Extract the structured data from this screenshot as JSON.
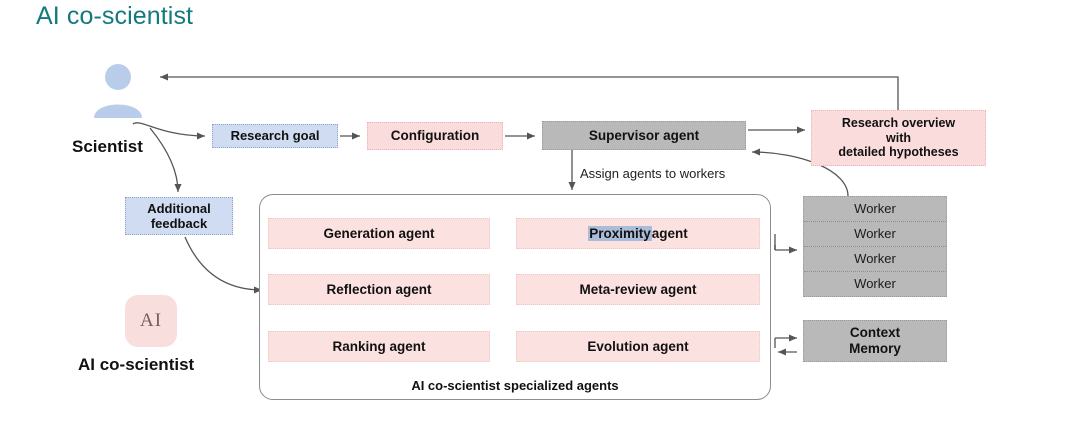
{
  "page": {
    "title": "AI co-scientist",
    "title_color": "#127a7e",
    "background": "#ffffff"
  },
  "actors": {
    "scientist": {
      "label": "Scientist",
      "icon": "person-avatar-icon",
      "avatar_color": "#b9cdea"
    },
    "ai_co_scientist": {
      "label": "AI co-scientist",
      "logo_text": "AI",
      "logo_bg": "#f9dede",
      "logo_text_color": "#7d5b5b"
    }
  },
  "nodes": {
    "research_goal": {
      "label": "Research goal",
      "fill": "#cfdcf1",
      "kind": "blue"
    },
    "additional_feedback": {
      "line1": "Additional",
      "line2": "feedback",
      "fill": "#cfdcf1",
      "kind": "blue"
    },
    "configuration": {
      "label": "Configuration",
      "fill": "#fbdcdc",
      "kind": "pink"
    },
    "supervisor_agent": {
      "label": "Supervisor agent",
      "fill": "#b9b9b9",
      "kind": "gray"
    },
    "research_overview": {
      "line1": "Research overview",
      "line2": "with",
      "line3": "detailed hypotheses",
      "fill": "#fbdcdc",
      "kind": "pink"
    },
    "workers": {
      "rows": [
        "Worker",
        "Worker",
        "Worker",
        "Worker"
      ],
      "fill": "#b9b9b9",
      "kind": "gray"
    },
    "context_memory": {
      "line1": "Context",
      "line2": "Memory",
      "fill": "#b9b9b9",
      "kind": "gray"
    }
  },
  "agents_panel": {
    "caption": "AI co-scientist specialized agents",
    "agents": [
      {
        "label": "Generation agent",
        "highlight": ""
      },
      {
        "label_highlight": "Proximity",
        "label_rest": " agent",
        "highlight_color": "#a9bdd8"
      },
      {
        "label": "Reflection agent"
      },
      {
        "label": "Meta-review agent"
      },
      {
        "label": "Ranking agent"
      },
      {
        "label": "Evolution agent"
      }
    ],
    "agent_fill": "#fbe2e0"
  },
  "edge_labels": {
    "assign": "Assign agents to workers"
  },
  "colors": {
    "arrow_gray": "#555555",
    "arrow_red": "#cc3a3a",
    "panel_border": "#8d8d8d"
  }
}
